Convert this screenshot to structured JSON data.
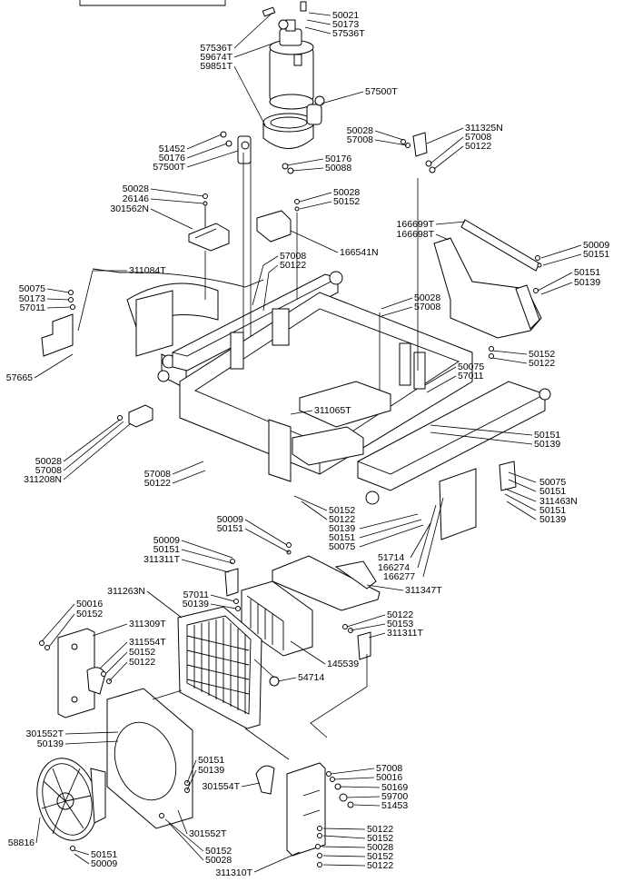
{
  "labels": [
    {
      "t": "50021"
    },
    {
      "t": "50173"
    },
    {
      "t": "57536T"
    },
    {
      "t": "57536T"
    },
    {
      "t": "59674T"
    },
    {
      "t": "59851T"
    },
    {
      "t": "57500T"
    },
    {
      "t": "50028"
    },
    {
      "t": "57008"
    },
    {
      "t": "311325N"
    },
    {
      "t": "57008"
    },
    {
      "t": "50122"
    },
    {
      "t": "51452"
    },
    {
      "t": "50176"
    },
    {
      "t": "57500T"
    },
    {
      "t": "50176"
    },
    {
      "t": "50088"
    },
    {
      "t": "50028"
    },
    {
      "t": "26146"
    },
    {
      "t": "301562N"
    },
    {
      "t": "50028"
    },
    {
      "t": "50152"
    },
    {
      "t": "166699T"
    },
    {
      "t": "166698T"
    },
    {
      "t": "166541N"
    },
    {
      "t": "50009"
    },
    {
      "t": "50151"
    },
    {
      "t": "311084T"
    },
    {
      "t": "57008"
    },
    {
      "t": "50122"
    },
    {
      "t": "50151"
    },
    {
      "t": "50139"
    },
    {
      "t": "50075"
    },
    {
      "t": "50173"
    },
    {
      "t": "57011"
    },
    {
      "t": "50028"
    },
    {
      "t": "57008"
    },
    {
      "t": "57665"
    },
    {
      "t": "50152"
    },
    {
      "t": "50122"
    },
    {
      "t": "50075"
    },
    {
      "t": "57011"
    },
    {
      "t": "311065T"
    },
    {
      "t": "50151"
    },
    {
      "t": "50139"
    },
    {
      "t": "50028"
    },
    {
      "t": "57008"
    },
    {
      "t": "311208N"
    },
    {
      "t": "50075"
    },
    {
      "t": "50151"
    },
    {
      "t": "311463N"
    },
    {
      "t": "50151"
    },
    {
      "t": "50139"
    },
    {
      "t": "57008"
    },
    {
      "t": "50122"
    },
    {
      "t": "50152"
    },
    {
      "t": "50122"
    },
    {
      "t": "50139"
    },
    {
      "t": "50151"
    },
    {
      "t": "50075"
    },
    {
      "t": "50009"
    },
    {
      "t": "50151"
    },
    {
      "t": "50009"
    },
    {
      "t": "50151"
    },
    {
      "t": "311311T"
    },
    {
      "t": "51714"
    },
    {
      "t": "166274"
    },
    {
      "t": "166277"
    },
    {
      "t": "311347T"
    },
    {
      "t": "311263N"
    },
    {
      "t": "57011"
    },
    {
      "t": "50139"
    },
    {
      "t": "50016"
    },
    {
      "t": "50152"
    },
    {
      "t": "311309T"
    },
    {
      "t": "50122"
    },
    {
      "t": "50153"
    },
    {
      "t": "311311T"
    },
    {
      "t": "311554T"
    },
    {
      "t": "50152"
    },
    {
      "t": "50122"
    },
    {
      "t": "145539"
    },
    {
      "t": "54714"
    },
    {
      "t": "301552T"
    },
    {
      "t": "50139"
    },
    {
      "t": "50151"
    },
    {
      "t": "50139"
    },
    {
      "t": "301554T"
    },
    {
      "t": "57008"
    },
    {
      "t": "50016"
    },
    {
      "t": "50169"
    },
    {
      "t": "59700"
    },
    {
      "t": "51453"
    },
    {
      "t": "301552T"
    },
    {
      "t": "58816"
    },
    {
      "t": "50122"
    },
    {
      "t": "50152"
    },
    {
      "t": "50028"
    },
    {
      "t": "50152"
    },
    {
      "t": "50122"
    },
    {
      "t": "50151"
    },
    {
      "t": "50009"
    },
    {
      "t": "50152"
    },
    {
      "t": "50028"
    },
    {
      "t": "311310T"
    }
  ]
}
